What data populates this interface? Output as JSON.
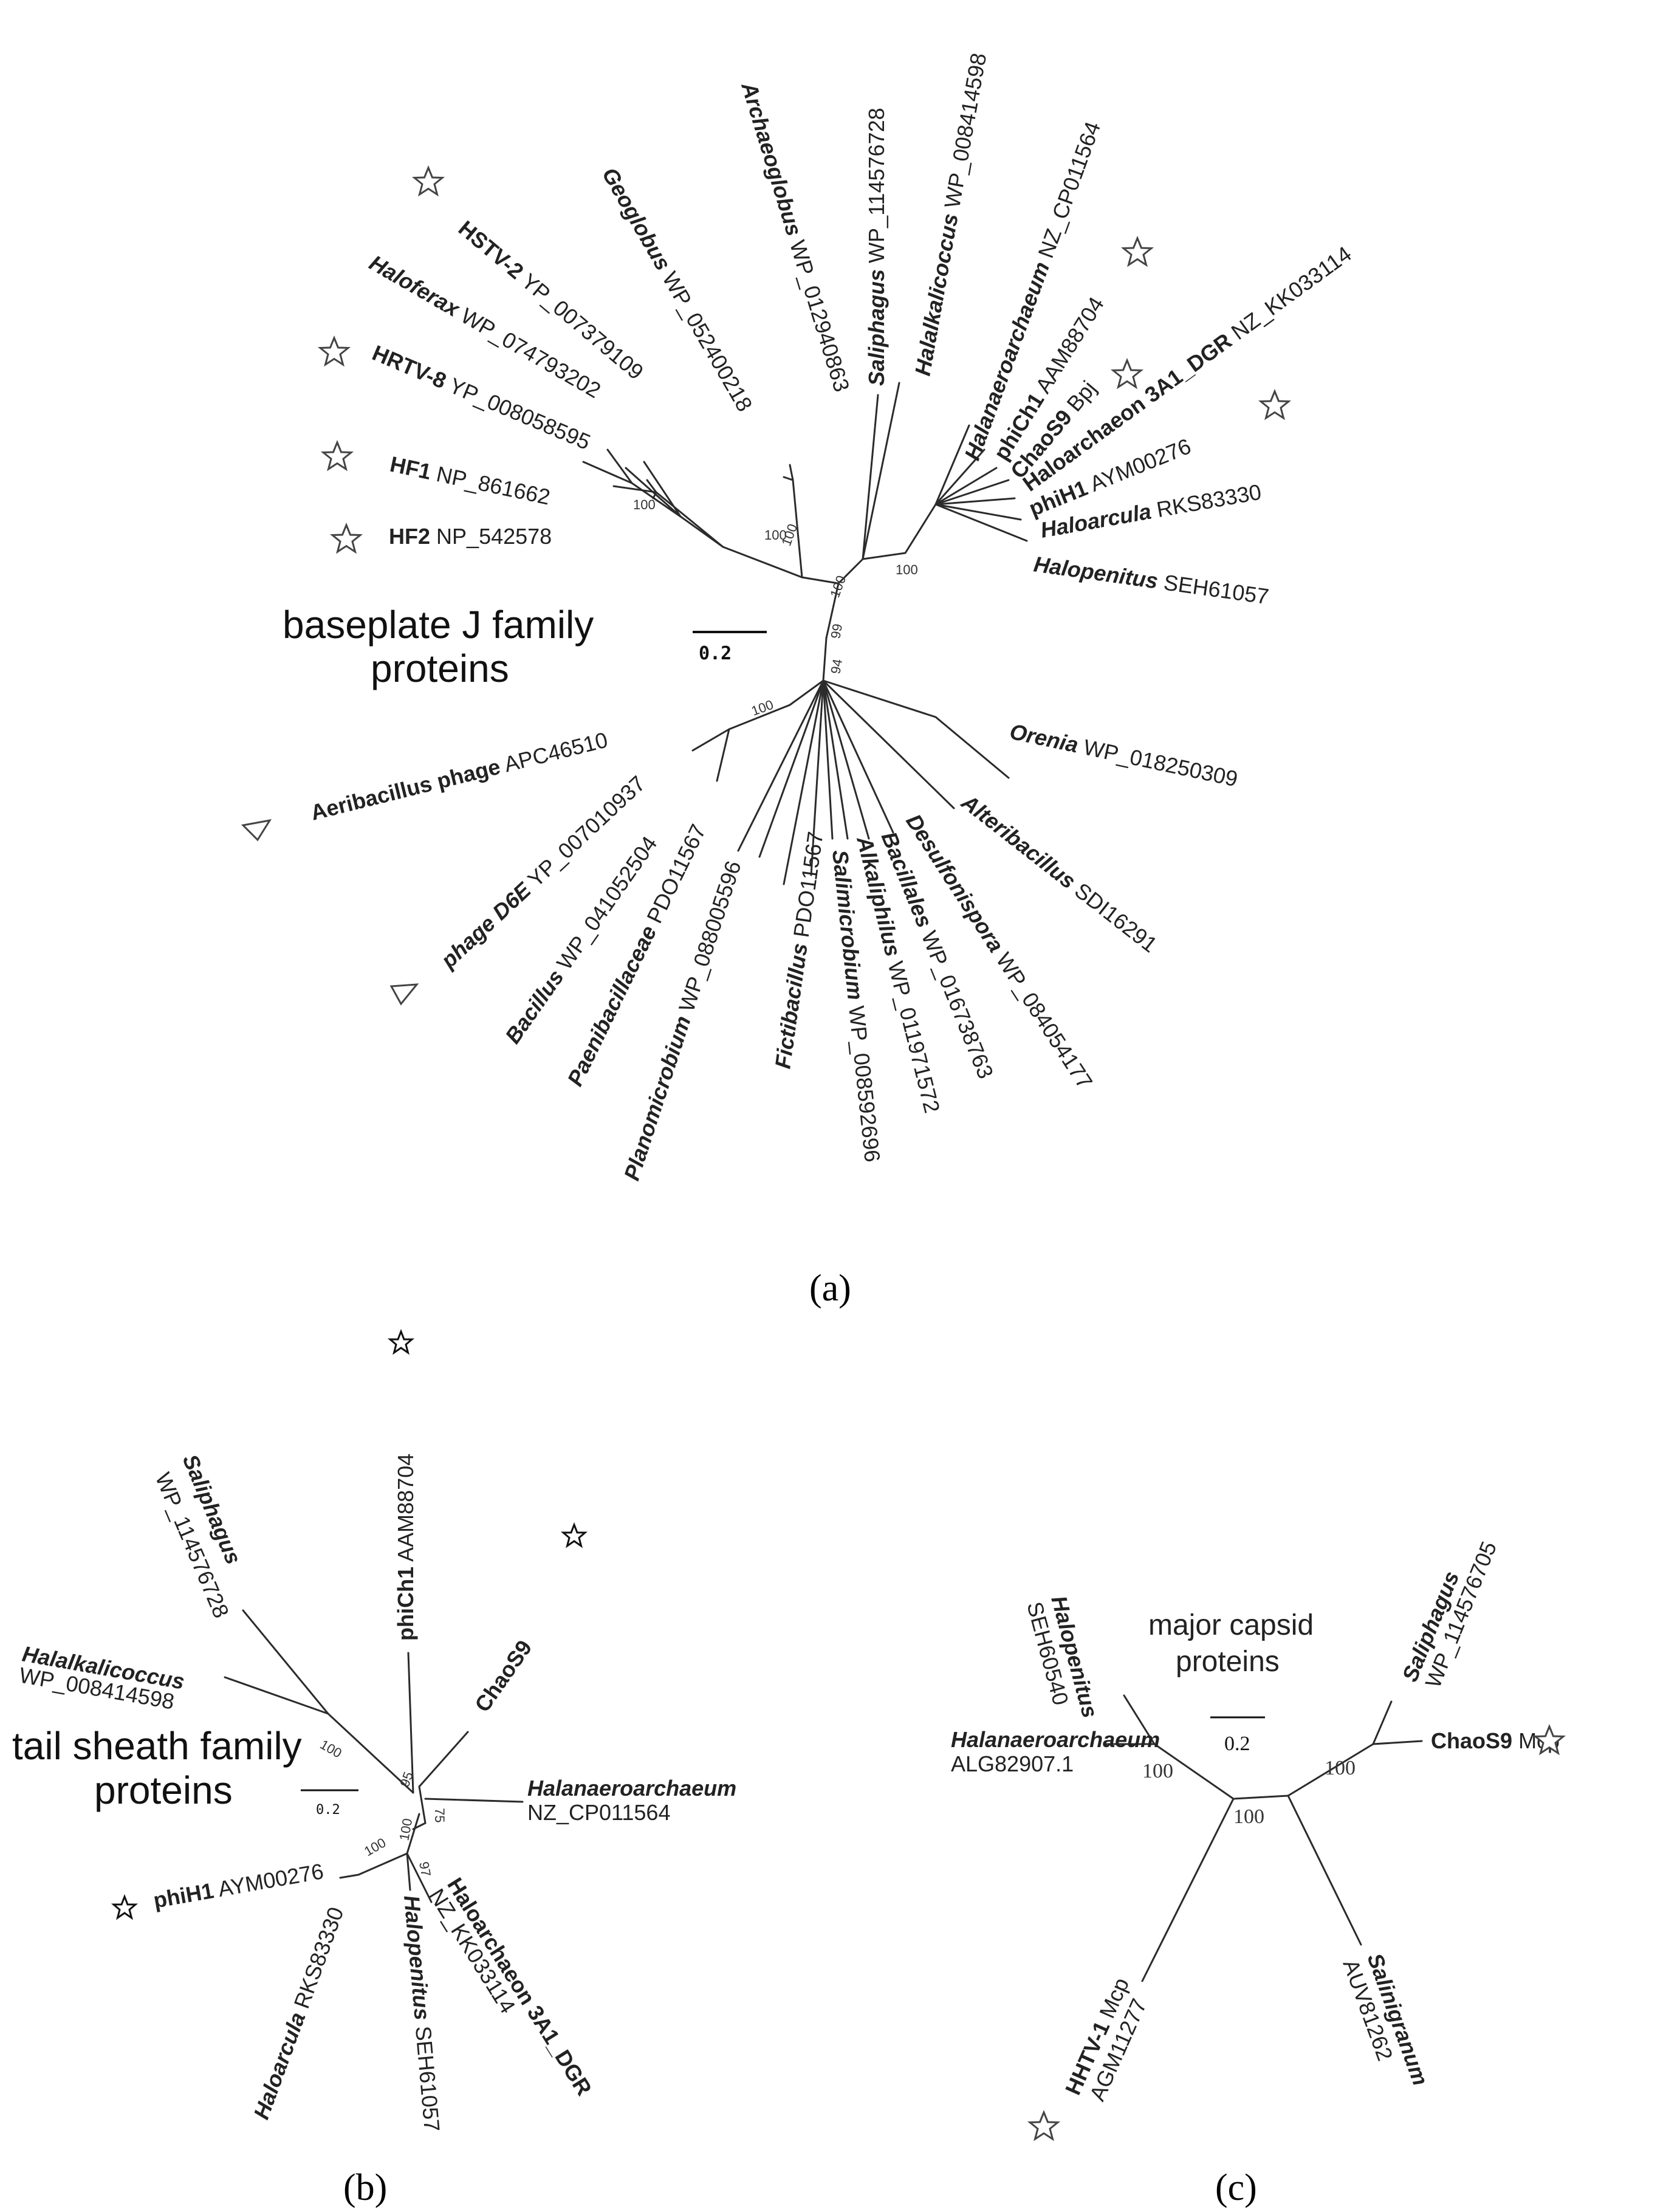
{
  "panel_a": {
    "title_line1": "baseplate J family",
    "title_line2": "proteins",
    "scale_label": "0.2",
    "caption": "(a)",
    "leaves": [
      {
        "bold": "Archaeoglobus",
        "acc": "WP_012940863"
      },
      {
        "bold": "Saliphagus",
        "acc": "WP_114576728"
      },
      {
        "bold": "Halalkalicoccus",
        "acc": "WP_008414598"
      },
      {
        "bold": "Halanaeroarchaeum",
        "acc": "NZ_CP011564"
      },
      {
        "bold": "Geoglobus",
        "acc": "WP_052400218"
      },
      {
        "bold": "HSTV-2",
        "acc": "YP_007379109"
      },
      {
        "bold": "Haloferax",
        "acc": "WP_074793202"
      },
      {
        "bold": "HRTV-8",
        "acc": "YP_008058595"
      },
      {
        "bold": "HF1",
        "acc": "NP_861662"
      },
      {
        "bold": "HF2",
        "acc": "NP_542578"
      },
      {
        "bold": "phiCh1",
        "acc": "AAM88704"
      },
      {
        "bold": "ChaoS9",
        "acc": "Bpj"
      },
      {
        "bold": "Haloarchaeon 3A1_DGR",
        "acc": "NZ_KK033114"
      },
      {
        "bold": "phiH1",
        "acc": "AYM00276"
      },
      {
        "bold": "Haloarcula",
        "acc": "RKS83330"
      },
      {
        "bold": "Halopenitus",
        "acc": "SEH61057"
      },
      {
        "bold": "Orenia",
        "acc": "WP_018250309"
      },
      {
        "bold": "Alteribacillus",
        "acc": "SDI16291"
      },
      {
        "bold": "Aeribacillus phage",
        "acc": "APC46510"
      },
      {
        "bold": "phage D6E",
        "acc": "YP_007010937"
      },
      {
        "bold": "Bacillus",
        "acc": "WP_041052504"
      },
      {
        "bold": "Paenibacillaceae",
        "acc": "PDO11567"
      },
      {
        "bold": "Planomicrobium",
        "acc": "WP_088005596"
      },
      {
        "bold": "Fictibacillus",
        "acc": "PDO11567"
      },
      {
        "bold": "Salimicrobium",
        "acc": "WP_008592696"
      },
      {
        "bold": "Alkaliphilus",
        "acc": "WP_011971572"
      },
      {
        "bold": "Bacillales",
        "acc": "WP_016738763"
      },
      {
        "bold": "Desulfonispora",
        "acc": "WP_084054177"
      }
    ],
    "bootstrap": [
      "100",
      "100",
      "100",
      "100",
      "100",
      "99",
      "94",
      "100"
    ]
  },
  "panel_b": {
    "title_line1": "tail sheath family",
    "title_line2": "proteins",
    "scale_label": "0.2",
    "caption": "(b)",
    "leaves": [
      {
        "bold": "Saliphagus",
        "acc": "WP_114576728"
      },
      {
        "bold": "Halalkalicoccus",
        "acc": "WP_008414598"
      },
      {
        "bold": "phiCh1",
        "acc": "AAM88704"
      },
      {
        "bold": "ChaoS9",
        "acc": ""
      },
      {
        "bold": "Halanaeroarchaeum",
        "acc": "NZ_CP011564"
      },
      {
        "bold": "Haloarchaeon 3A1_DGR",
        "acc": "NZ_KK033114"
      },
      {
        "bold": "Halopenitus",
        "acc": "SEH61057"
      },
      {
        "bold": "Haloarcula",
        "acc": "RKS83330"
      },
      {
        "bold": "phiH1",
        "acc": "AYM00276"
      }
    ],
    "bootstrap": [
      "100",
      "95",
      "75",
      "100",
      "97",
      "100"
    ]
  },
  "panel_c": {
    "title_line1": "major capsid",
    "title_line2": "proteins",
    "scale_label": "0.2",
    "caption": "(c)",
    "leaves": [
      {
        "bold": "Halopenitus",
        "acc": "SEH60540"
      },
      {
        "bold": "Halanaeroarchaeum",
        "acc": "ALG82907.1"
      },
      {
        "bold": "Saliphagus",
        "acc": "WP_114576705"
      },
      {
        "bold": "ChaoS9",
        "acc": "Mcp"
      },
      {
        "bold": "HHTV-1",
        "acc": "Mcp"
      },
      {
        "acc2": "AGM11277"
      },
      {
        "bold": "Salinigranum",
        "acc": "AUV81262"
      }
    ],
    "bootstrap": [
      "100",
      "100",
      "100"
    ]
  }
}
